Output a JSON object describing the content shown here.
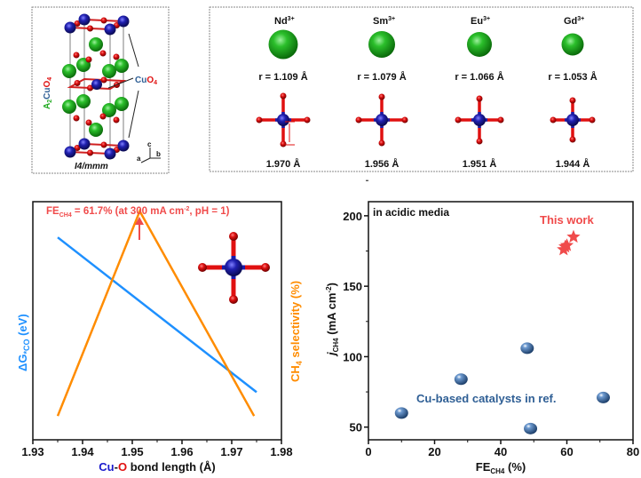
{
  "structure_panel": {
    "formula_a": "A",
    "formula_sub2": "2",
    "formula_cu": "Cu",
    "formula_o": "O",
    "formula_sub4": "4",
    "cuo4_label_cu": "Cu",
    "cuo4_label_o": "O",
    "cuo4_label_sub": "4",
    "space_group": "I4/mmm",
    "axis_a": "a",
    "axis_b": "b",
    "axis_c": "c"
  },
  "ions_panel": {
    "ions": [
      {
        "symbol": "Nd",
        "charge": "3+",
        "radius": "r = 1.109 Å",
        "bond": "1.970 Å"
      },
      {
        "symbol": "Sm",
        "charge": "3+",
        "radius": "r = 1.079 Å",
        "bond": "1.956 Å"
      },
      {
        "symbol": "Eu",
        "charge": "3+",
        "radius": "r = 1.066 Å",
        "bond": "1.951 Å"
      },
      {
        "symbol": "Gd",
        "charge": "3+",
        "radius": "r = 1.053 Å",
        "bond": "1.944 Å"
      }
    ]
  },
  "colors": {
    "blue_line": "#1e90ff",
    "orange_line": "#ff8c00",
    "red": "#f04b4b",
    "cu": "#1a1aaa",
    "o": "#e01010",
    "a_site": "#22aa22",
    "ref_point": "#2f5f95"
  },
  "chart_data": [
    {
      "type": "line",
      "xlabel_cu": "Cu",
      "xlabel_dash": "-",
      "xlabel_o": "O",
      "xlabel_rest": " bond length (Å)",
      "ylabel_left": "ΔG*CO (eV)",
      "ylabel_left_main": "ΔG",
      "ylabel_left_sub": "*CO",
      "ylabel_left_unit": " (eV)",
      "ylabel_right_main": "CH",
      "ylabel_right_sub": "4",
      "ylabel_right_rest": " selectivity (%)",
      "xlim": [
        1.93,
        1.98
      ],
      "xticks": [
        "1.93",
        "1.94",
        "1.95",
        "1.96",
        "1.97",
        "1.98"
      ],
      "annotation": {
        "pre": "FE",
        "sub": "CH4",
        "text": " = 61.7% (at 300 mA cm",
        "sup": "-2",
        "post": ", pH = 1)"
      },
      "series": [
        {
          "name": "ΔG*CO",
          "axis": "left",
          "x": [
            1.935,
            1.975
          ],
          "y": [
            0.85,
            0.2
          ]
        },
        {
          "name": "CH4 selectivity",
          "axis": "right",
          "x": [
            1.935,
            1.9515,
            1.9745
          ],
          "y": [
            0.1,
            0.96,
            0.1
          ]
        }
      ]
    },
    {
      "type": "scatter",
      "title_note": "in acidic media",
      "xlabel_main": "FE",
      "xlabel_sub": "CH4",
      "xlabel_unit": " (%)",
      "ylabel_main": "j",
      "ylabel_sub": "CH4",
      "ylabel_unit": " (mA cm",
      "ylabel_sup": "-2",
      "ylabel_close": ")",
      "xlim": [
        0,
        80
      ],
      "ylim": [
        41,
        210
      ],
      "xticks": [
        0,
        20,
        40,
        60,
        80
      ],
      "yticks": [
        50,
        100,
        150,
        200
      ],
      "series": [
        {
          "name": "Cu-based catalysts in ref.",
          "marker": "sphere",
          "points": [
            [
              10,
              60
            ],
            [
              28,
              84
            ],
            [
              48,
              106
            ],
            [
              49,
              49
            ],
            [
              71,
              71
            ]
          ]
        },
        {
          "name": "This work",
          "marker": "star",
          "points": [
            [
              59,
              176
            ],
            [
              59.5,
              178
            ],
            [
              60,
              179
            ],
            [
              62,
              185
            ]
          ]
        }
      ]
    }
  ]
}
